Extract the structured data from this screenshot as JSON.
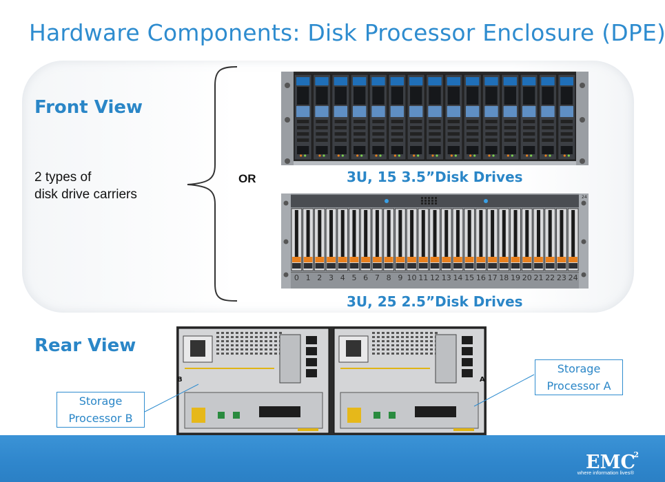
{
  "title": "Hardware Components: Disk Processor Enclosure (DPE)",
  "front_view_label": "Front View",
  "rear_view_label": "Rear View",
  "carrier_types": {
    "line1": "2 types of",
    "line2": "disk drive carriers"
  },
  "or_label": "OR",
  "enclosure_15": {
    "caption": "3U, 15 3.5”Disk Drives",
    "drive_count": 15
  },
  "enclosure_25": {
    "caption": "3U, 25 2.5”Disk Drives",
    "drive_count": 25,
    "slot_numbers": [
      "0",
      "1",
      "2",
      "3",
      "4",
      "5",
      "6",
      "7",
      "8",
      "9",
      "10",
      "11",
      "12",
      "13",
      "14",
      "15",
      "16",
      "17",
      "18",
      "19",
      "20",
      "21",
      "22",
      "23",
      "24"
    ],
    "corner_label": "24"
  },
  "rear": {
    "sp_b_callout": {
      "line1": "Storage",
      "line2": "Processor B"
    },
    "sp_a_callout": {
      "line1": "Storage",
      "line2": "Processor A"
    },
    "sp_b_letter": "B",
    "sp_a_letter": "A"
  },
  "footer": {
    "logo": "EMC",
    "logo_sup": "2",
    "tagline": "where information lives®"
  },
  "colors": {
    "accent": "#2e8ccf",
    "footer": "#2f86cc",
    "drive_blue": "#1f6fb8",
    "drive_orange": "#e8801e"
  }
}
